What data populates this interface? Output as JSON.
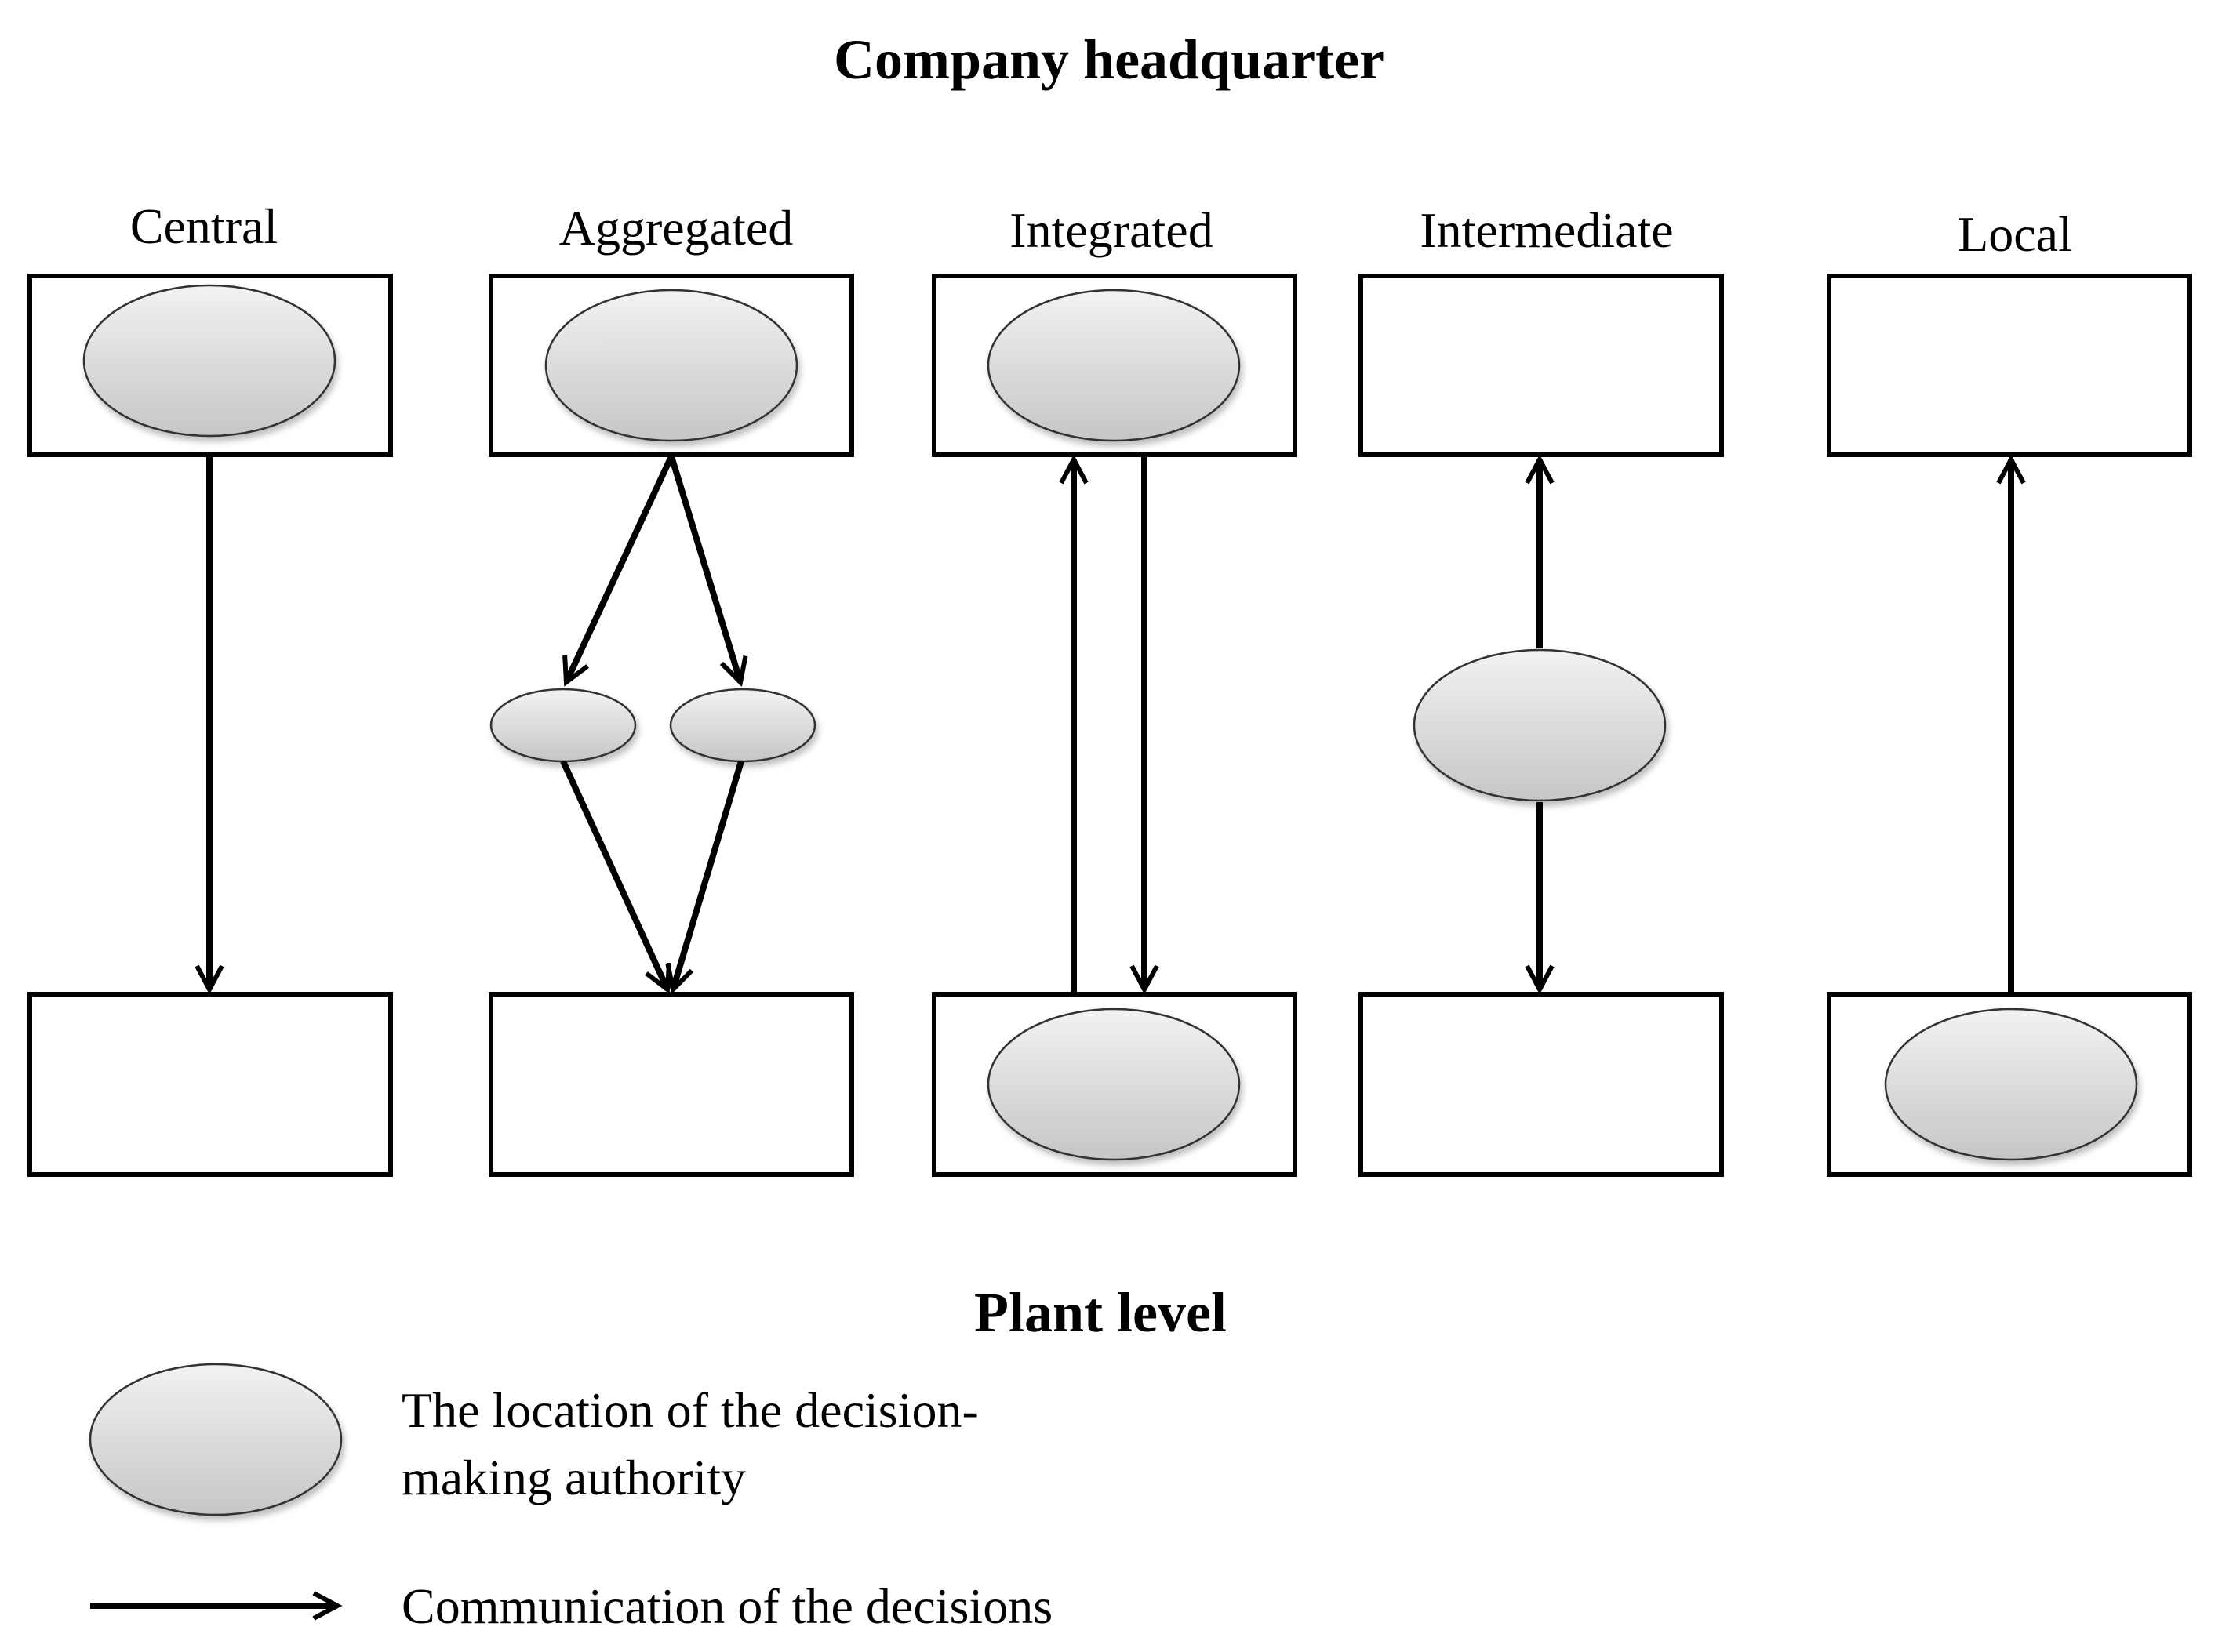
{
  "title": "Company headquarter",
  "bottom_heading": "Plant level",
  "columns": [
    {
      "label": "Central",
      "hq_authority": true,
      "plant_authority": false
    },
    {
      "label": "Aggregated",
      "hq_authority": true,
      "plant_authority": false
    },
    {
      "label": "Integrated",
      "hq_authority": true,
      "plant_authority": true
    },
    {
      "label": "Intermediate",
      "hq_authority": false,
      "plant_authority": false
    },
    {
      "label": "Local",
      "hq_authority": false,
      "plant_authority": true
    }
  ],
  "legend": {
    "authority_line1": "The location of the decision-",
    "authority_line2": "making authority",
    "communication": "Communication of the decisions"
  },
  "colors": {
    "node_light": "#f2f2f2",
    "node_dark": "#c8c8c8",
    "stroke": "#000000"
  }
}
